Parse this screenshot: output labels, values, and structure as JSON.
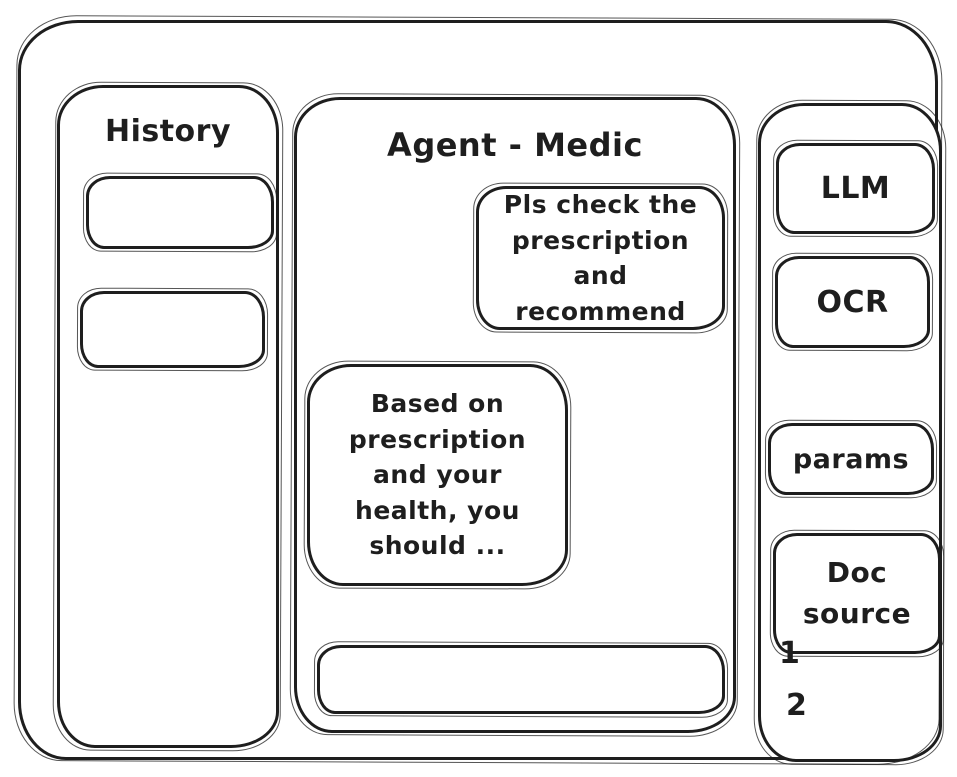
{
  "colors": {
    "ink": "#1e1e1e",
    "background": "#ffffff"
  },
  "history_panel": {
    "title": "History",
    "items": [
      {
        "label": ""
      },
      {
        "label": ""
      }
    ]
  },
  "chat_panel": {
    "title": "Agent - Medic",
    "messages": [
      {
        "role": "user",
        "text": "Pls check the\nprescription\nand recommend"
      },
      {
        "role": "agent",
        "text": "Based on\nprescription\nand your\nhealth, you\nshould ..."
      }
    ],
    "input_value": ""
  },
  "tools_panel": {
    "llm_label": "LLM",
    "ocr_label": "OCR",
    "params_label": "params",
    "doc_source_label": "Doc\nsource",
    "doc_items": [
      "1",
      "2"
    ]
  }
}
